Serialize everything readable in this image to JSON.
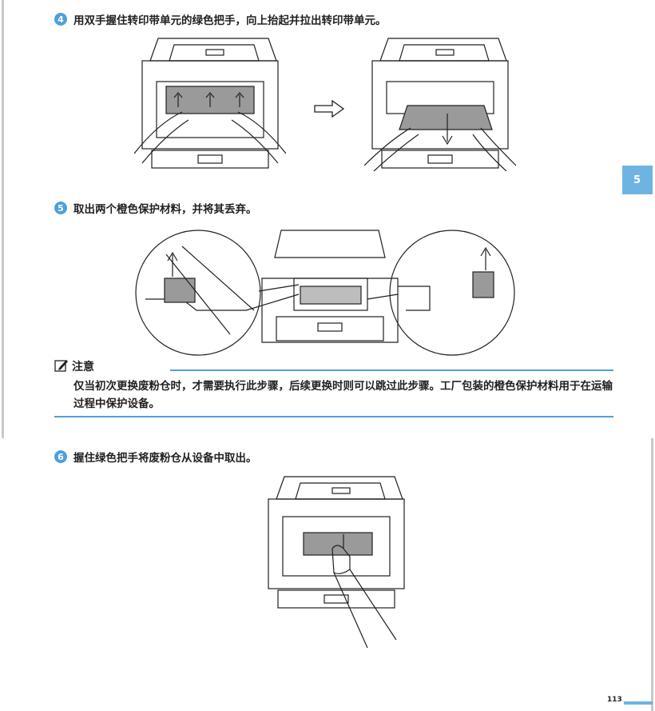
{
  "steps": [
    {
      "num": "4",
      "text": "用双手握住转印带单元的绿色把手，向上抬起并拉出转印带单元。"
    },
    {
      "num": "5",
      "text": "取出两个橙色保护材料，并将其丢弃。"
    },
    {
      "num": "6",
      "text": "握住绿色把手将废粉仓从设备中取出。"
    }
  ],
  "chapter_tab": "5",
  "note": {
    "title": "注意",
    "text": "仅当初次更换废粉仓时，才需要执行此步骤，后续更换时则可以跳过此步骤。工厂包装的橙色保护材料用于在运输过程中保护设备。"
  },
  "page_number": "113",
  "icons": {
    "note": "pencil-note-icon",
    "arrow": "right-arrow-icon"
  },
  "colors": {
    "accent": "#4fa0dc",
    "tab": "#6fb3e3"
  }
}
